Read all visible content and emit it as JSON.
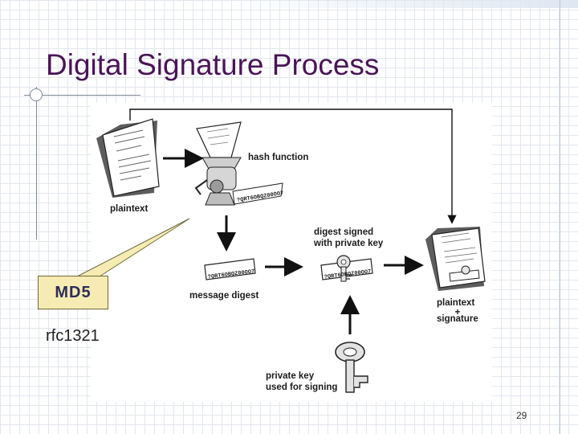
{
  "slide": {
    "title": "Digital Signature Process",
    "page_number": "29"
  },
  "diagram": {
    "labels": {
      "hash_function": "hash function",
      "plaintext": "plaintext",
      "digest_signed": "digest signed",
      "with_private_key": "with private key",
      "message_digest": "message digest",
      "plaintext_sig_line1": "plaintext",
      "plaintext_sig_plus": "+",
      "plaintext_sig_line2": "signature",
      "private_key_used": "private key",
      "used_for_signing": "used for signing"
    },
    "digest_text": "?QRT6OBQZ00OO7"
  },
  "callout": {
    "text": "MD5"
  },
  "note": {
    "text": "rfc1321"
  },
  "colors": {
    "title": "#4a1456",
    "callout_fill": "#f6ebb2",
    "grid": "#e3e7ee"
  }
}
